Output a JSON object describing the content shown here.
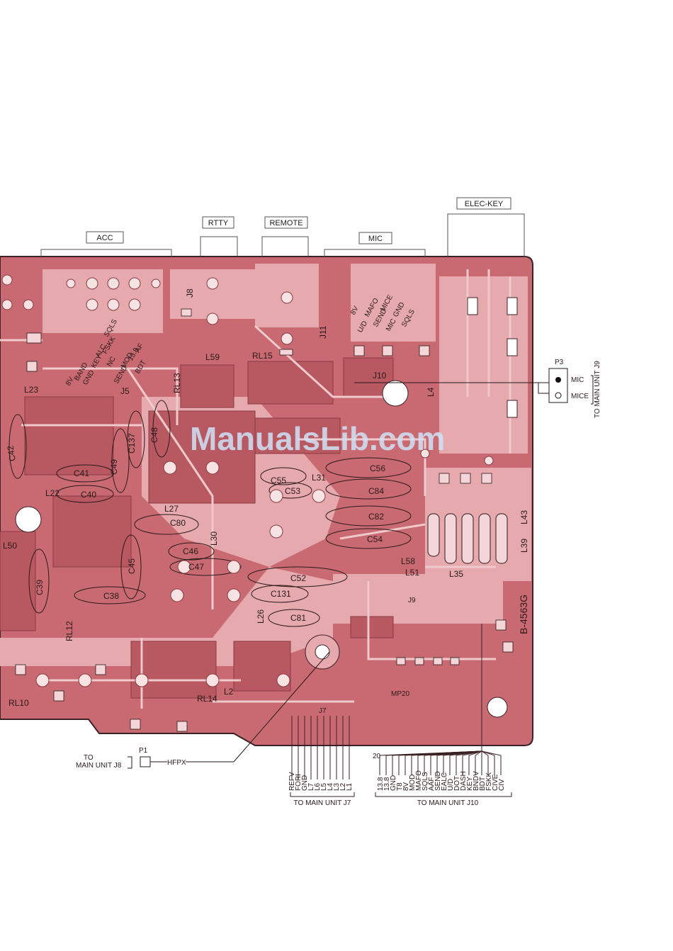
{
  "connectors": {
    "acc": "ACC",
    "rtty": "RTTY",
    "remote": "REMOTE",
    "mic": "MIC",
    "elec_key": "ELEC-KEY"
  },
  "p3": {
    "ref": "P3",
    "pin1": "MIC",
    "pin2": "MICE",
    "dest": "TO MAIN UNIT J9"
  },
  "p1": {
    "ref": "P1",
    "to": "TO",
    "dest": "MAIN UNIT J8",
    "signal": "HFPX"
  },
  "j7_pins": [
    "REFV",
    "FORI",
    "GND",
    "L7",
    "L6",
    "L5",
    "L4",
    "L3",
    "L2",
    "L1"
  ],
  "j7_dest": "TO MAIN UNIT J7",
  "j10_number": "20",
  "j10_pins": [
    "13.8",
    "13.8",
    "GND",
    "T8",
    "8V",
    "MOD",
    "MAFO",
    "SQLS",
    "AAF",
    "SEND",
    "EALC",
    "U/D",
    "DOT",
    "DASH",
    "KEY",
    "BNDV",
    "BDT",
    "FSKK",
    "CIVE",
    "CIV"
  ],
  "j10_dest": "TO MAIN UNIT J10",
  "acc_pins_a": [
    "8V",
    "BAND",
    "GND",
    "KEY",
    "ALC"
  ],
  "acc_pins_b": [
    "FSKK",
    "NC",
    "SEND",
    "MOD",
    "SQLS",
    "13.8",
    "BDT",
    "AF"
  ],
  "mic_pins_a": [
    "8V",
    "U/D",
    "MAFO",
    "SEND",
    "MICE"
  ],
  "mic_pins_b": [
    "MIC",
    "GND",
    "SQLS"
  ],
  "components": {
    "c56": "C56",
    "c84": "C84",
    "c82": "C82",
    "c54": "C54",
    "c55": "C55",
    "c53": "C53",
    "c52": "C52",
    "c131": "C131",
    "c81": "C81",
    "c46": "C46",
    "c47": "C47",
    "c45": "C45",
    "c80": "C80",
    "c38": "C38",
    "c39": "C39",
    "c41": "C41",
    "c40": "C40",
    "c42": "C42",
    "c48": "C48",
    "c49": "C49",
    "c137": "C137",
    "l23": "L23",
    "l22": "L22",
    "l27": "L27",
    "l30": "L30",
    "l31": "L31",
    "l59": "L59",
    "l58": "L58",
    "l51": "L51",
    "l35": "L35",
    "l43": "L43",
    "l39": "L39",
    "l26": "L26",
    "l2": "L2",
    "l50": "L50",
    "l4": "L4",
    "rl10": "RL10",
    "rl12": "RL12",
    "rl13": "RL13",
    "rl14": "RL14",
    "rl15": "RL15",
    "j5": "J5",
    "j8": "J8",
    "j10": "J10",
    "j11": "J11",
    "j7": "J7",
    "j9": "J9",
    "mp20": "MP20",
    "board_id": "B-4563G"
  },
  "watermark": "ManualsLib.com",
  "colors": {
    "board": "#c96a72",
    "board_light": "#e6a9ae",
    "copper": "#f4d6d8",
    "outline": "#3b2226"
  }
}
